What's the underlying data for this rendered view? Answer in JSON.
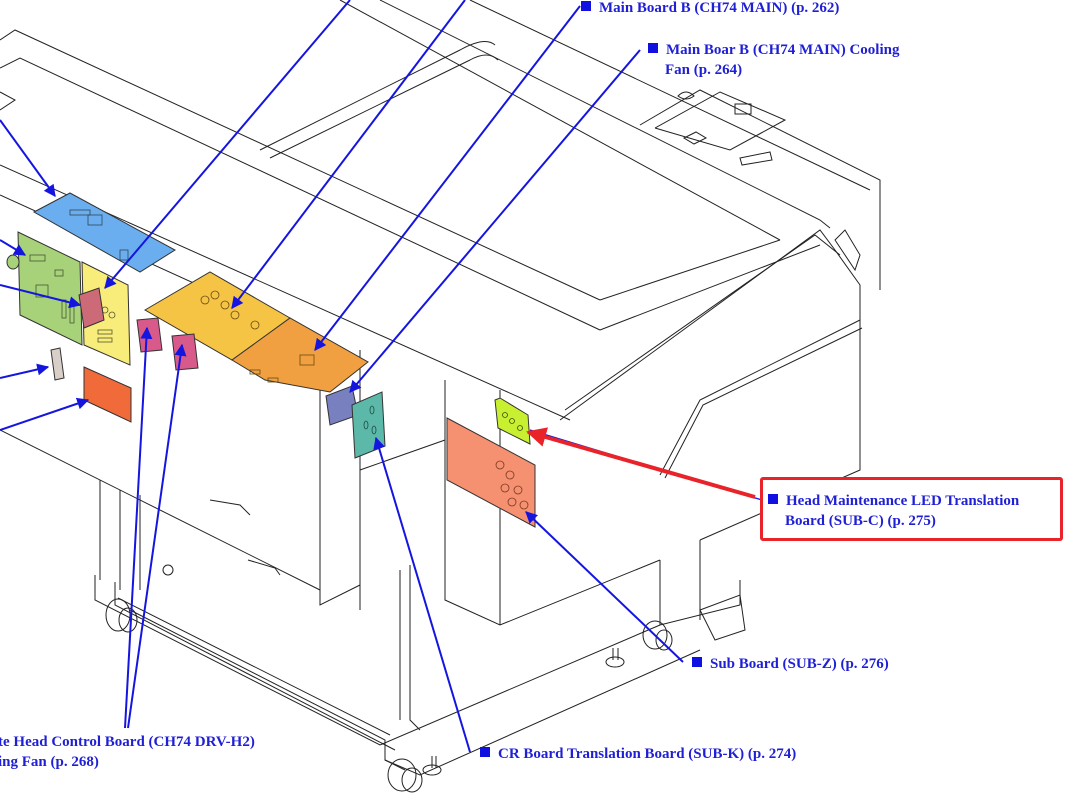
{
  "diagram": {
    "subject": "Printer board locations (isometric exploded view)",
    "colors": {
      "callout_text": "#1f1fd6",
      "callout_line": "#1515e0",
      "highlight": "#e8242a",
      "board_blue": "#6aaef0",
      "board_green": "#a8d27a",
      "board_yellow": "#f8ec7a",
      "board_orange_yellow": "#f5c445",
      "board_dark_orange": "#f0a040",
      "board_red_orange": "#f06a3a",
      "board_salmon": "#f59070",
      "board_lime": "#c8f030",
      "board_teal": "#5cb8a8",
      "fan_pink": "#d85a8a",
      "fan_rose": "#cc6a78",
      "fan_slate": "#7880c0",
      "part_grey": "#d8d0c8"
    },
    "callouts": [
      {
        "id": "main-board-b",
        "line1": "Main Board B (CH74 MAIN) (p. 262)",
        "line2": ""
      },
      {
        "id": "main-board-b-cooling-fan",
        "line1": "Main Boar B (CH74 MAIN) Cooling",
        "line2": "Fan (p. 264)"
      },
      {
        "id": "head-maintenance-led",
        "line1": "Head Maintenance LED Translation",
        "line2": "Board (SUB-C) (p. 275)",
        "highlighted": true
      },
      {
        "id": "sub-board-z",
        "line1": "Sub Board (SUB-Z) (p. 276)",
        "line2": ""
      },
      {
        "id": "cr-board-translation",
        "line1": "CR Board Translation Board (SUB-K) (p. 274)",
        "line2": ""
      },
      {
        "id": "head-control-board",
        "line1": "te Head Control Board (CH74 DRV-H2)",
        "line2": "ing Fan (p. 268)"
      }
    ]
  }
}
